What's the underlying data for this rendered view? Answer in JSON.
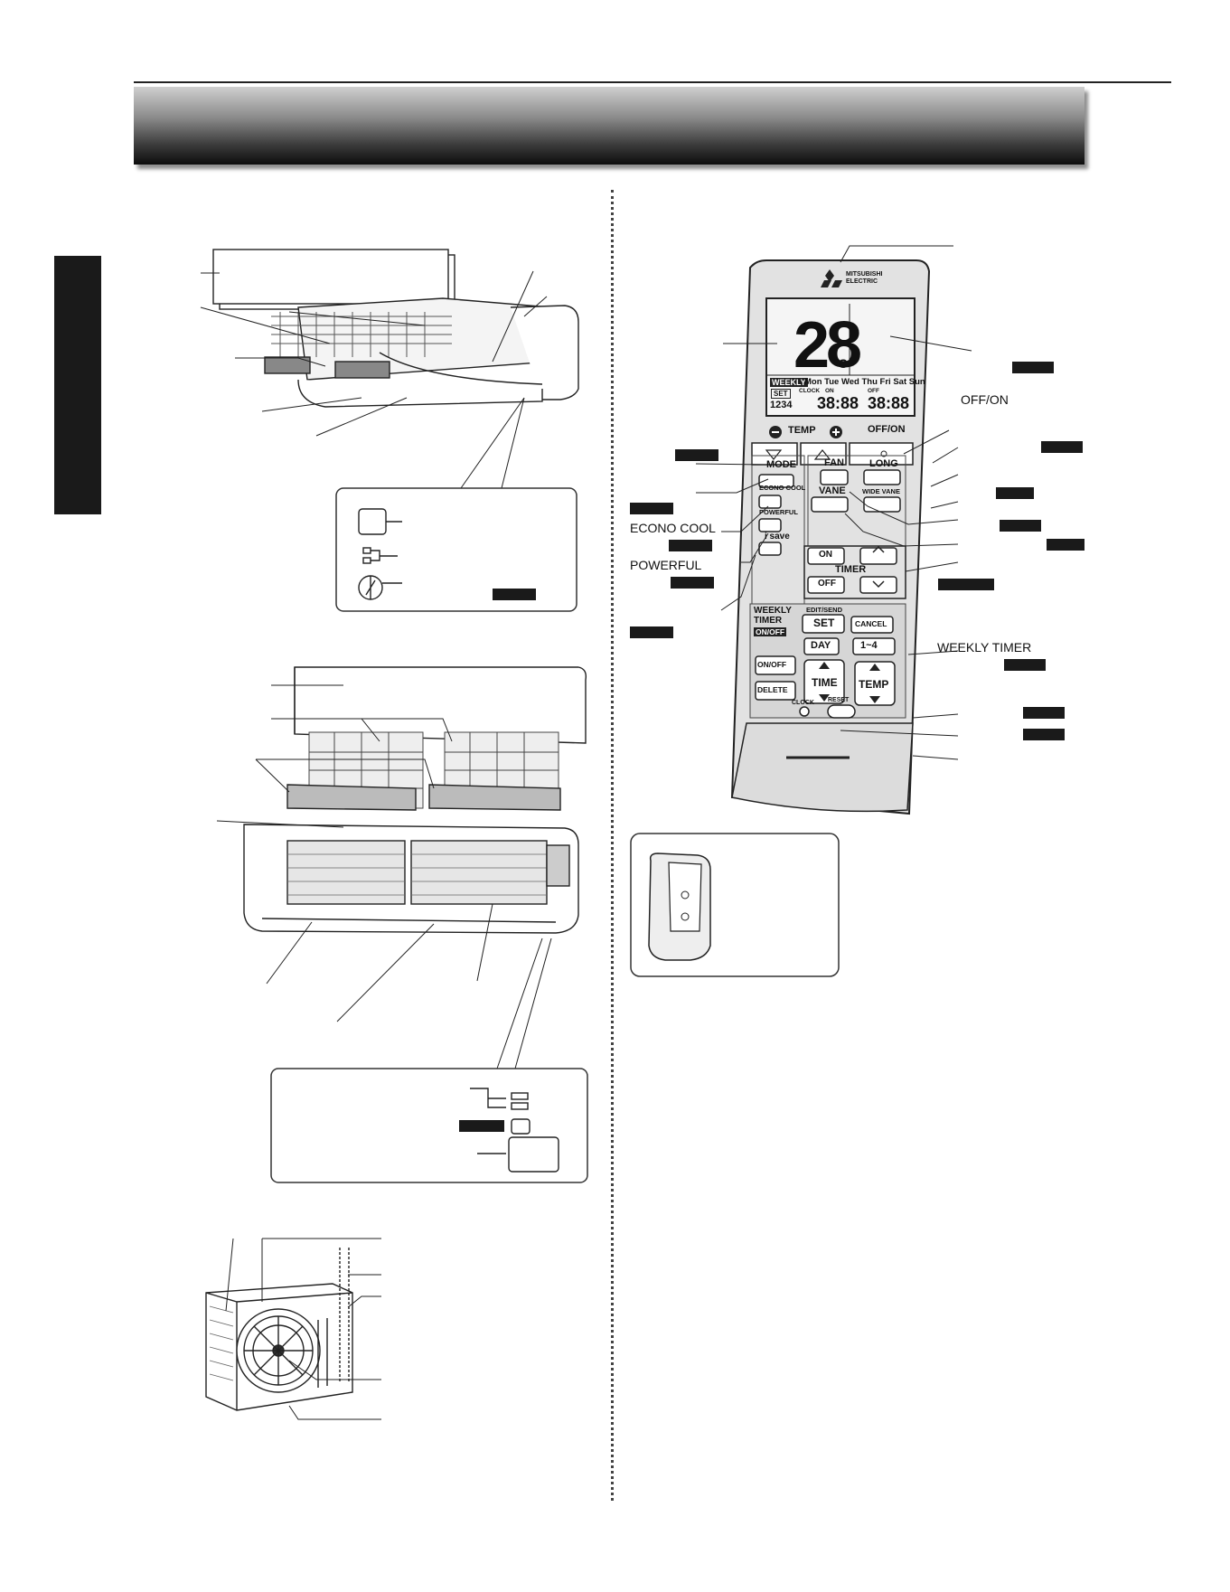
{
  "remote": {
    "brand_line1": "MITSUBISHI",
    "brand_line2": "ELECTRIC",
    "lcd": {
      "big_temp": "28",
      "temp_unit": "°C",
      "weekly_badge": "WEEKLY",
      "days": "Mon Tue Wed Thu Fri Sat Sun",
      "set_label": "SET",
      "prog_nums": "1234",
      "clock_label": "CLOCK",
      "on_label": "ON",
      "off_label": "OFF",
      "time_left": "38:88",
      "time_right": "38:88"
    },
    "temp_label": "TEMP",
    "offon_label": "OFF/ON",
    "mode_label": "MODE",
    "fan_label": "FAN",
    "long_label": "LONG",
    "econo_cool_label": "ECONO COOL",
    "vane_label": "VANE",
    "wide_vane_label": "WIDE VANE",
    "powerful_label": "POWERFUL",
    "isave_label": "i save",
    "timer_on_label": "ON",
    "timer_off_label": "OFF",
    "timer_label": "TIMER",
    "weekly_timer_label": "WEEKLY TIMER",
    "weekly_onoff_label": "ON/OFF",
    "edit_send_label": "EDIT/SEND",
    "set_button_label": "SET",
    "cancel_label": "CANCEL",
    "day_label": "DAY",
    "range_label": "1~4",
    "onoff_small_label": "ON/OFF",
    "delete_label": "DELETE",
    "time_label": "TIME",
    "temp2_label": "TEMP",
    "clock_btn_label": "CLOCK",
    "reset_label": "RESET"
  },
  "callouts": {
    "offon": "OFF/ON",
    "econo_cool": "ECONO COOL",
    "powerful": "POWERFUL",
    "weekly_timer": "WEEKLY TIMER"
  }
}
